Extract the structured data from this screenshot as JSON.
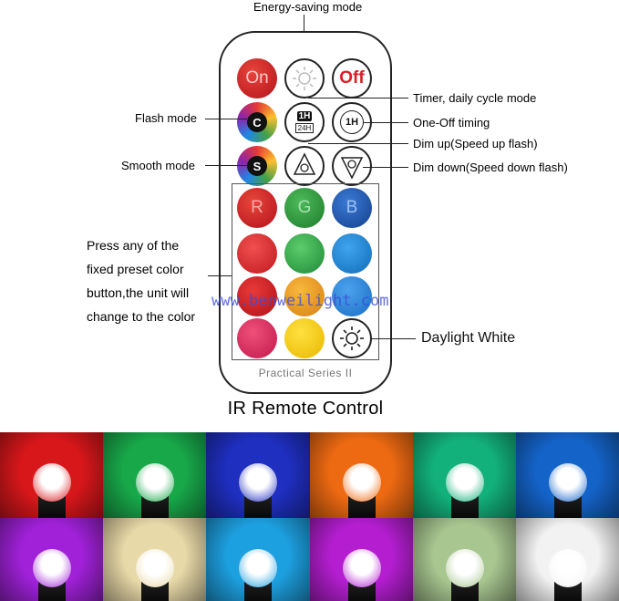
{
  "annotations": {
    "energy_saving": "Energy-saving mode",
    "timer": "Timer, daily cycle mode",
    "one_off": "One-Off timing",
    "dim_up": "Dim up(Speed up flash)",
    "dim_down": "Dim down(Speed down flash)",
    "flash": "Flash mode",
    "smooth": "Smooth mode",
    "preset_lines": [
      "Press any of the",
      "fixed preset color",
      "button,the unit will",
      "change to the color"
    ],
    "daylight": "Daylight White"
  },
  "remote": {
    "on": "On",
    "off": "Off",
    "flash_letter": "C",
    "smooth_letter": "S",
    "r": "R",
    "g": "G",
    "b": "B",
    "timer_label": "1H",
    "timer_sub": "24H",
    "one_off_label": "1H",
    "series": "Practical Series II"
  },
  "title": "IR Remote Control",
  "watermark": "www.benweilight.com",
  "colors": {
    "red": "#d8222a",
    "green": "#2e9a3a",
    "blue": "#1f5bb8",
    "preset_row2": [
      "#e23030",
      "#2aa84a",
      "#1e88d8"
    ],
    "preset_row3": [
      "#d81e26",
      "#f0a020",
      "#2e86de"
    ],
    "preset_row4": [
      "#e0305a",
      "#ffd000"
    ]
  },
  "photo_tiles": [
    [
      "#d8171b",
      "#18a84a",
      "#1f2fc0",
      "#ee6a12",
      "#12b07a",
      "#1463c8"
    ],
    [
      "#a021d8",
      "#e8d9a8",
      "#1da0e0",
      "#b41ed0",
      "#a8c690",
      "#f2f2f2"
    ]
  ]
}
